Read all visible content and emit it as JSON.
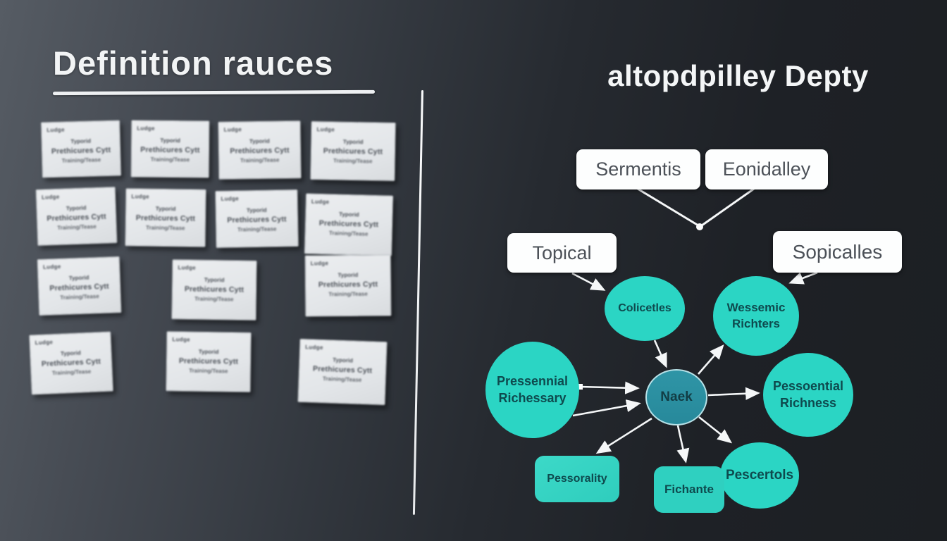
{
  "left_panel": {
    "title": "Definition rauces",
    "card_text": {
      "corner": "Ludge",
      "line1": "Typorid",
      "line2": "Prethicures Cytt",
      "line3": "Training/Tease"
    }
  },
  "right_panel": {
    "title": "altopdpilley Depty",
    "boxes": {
      "sermentis": "Sermentis",
      "eonidalley": "Eonidalley",
      "topical": "Topical",
      "sopicalles": "Sopicalles"
    },
    "nodes": {
      "colicetles": "Colicetles",
      "wessemic_line1": "Wessemic",
      "wessemic_line2": "Richters",
      "pressennial_line1": "Pressennial",
      "pressennial_line2": "Richessary",
      "naek": "Naek",
      "pessoential_line1": "Pessoential",
      "pessoential_line2": "Richness",
      "pessorality": "Pessorality",
      "fichante": "Fichante",
      "pescertols": "Pescertols"
    },
    "colors": {
      "node_teal": "#2bd5c4",
      "center_teal": "#2b8fa0",
      "node_text": "#0e4a4e",
      "box_text": "#4c5158",
      "connector": "#f5f7f8"
    }
  }
}
